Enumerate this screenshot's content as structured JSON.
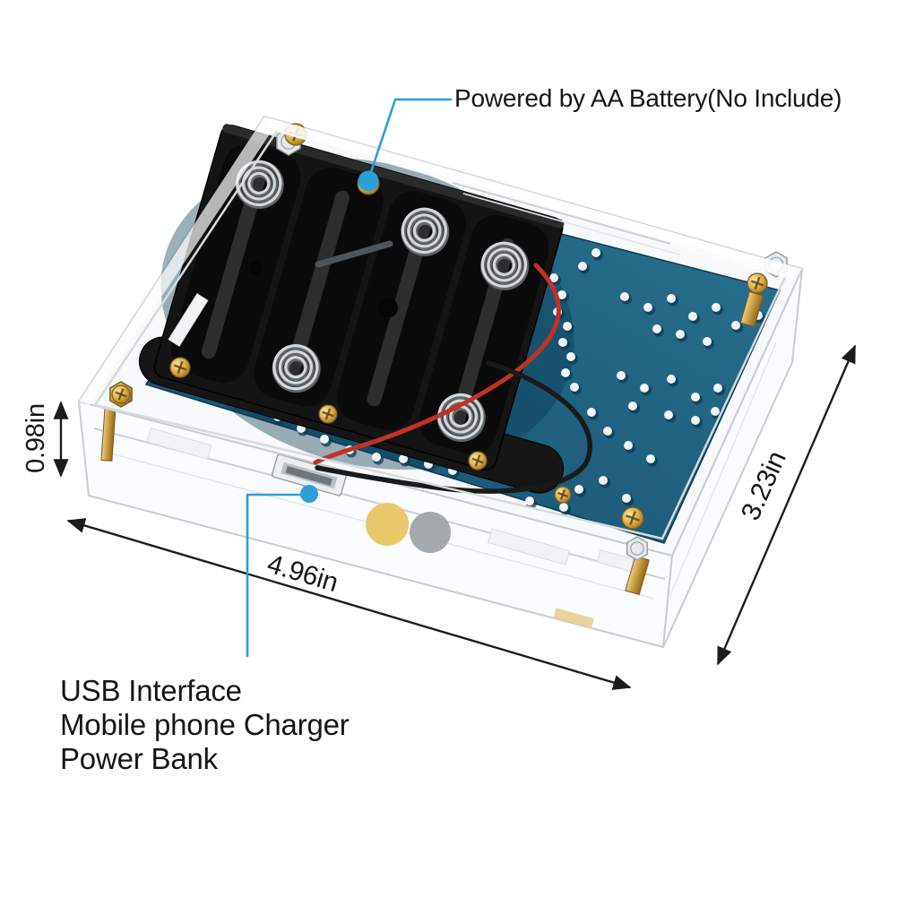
{
  "annotations": {
    "battery_callout": {
      "label": "Powered by AA Battery(No Include)"
    },
    "usb_callout": {
      "lines": [
        "USB Interface",
        "Mobile phone Charger",
        "Power Bank"
      ]
    },
    "dimensions": {
      "width_label": "4.96in",
      "depth_label": "3.23in",
      "height_label": "0.98in"
    }
  },
  "colors": {
    "background": "#ffffff",
    "text_black": "#161616",
    "dimension_black": "#1c1c1c",
    "callout_blue": "#2E9FD6",
    "pcb_teal": "#2A7392",
    "pcb_teal_dark": "#15506E",
    "case_edge_gray": "#c6ccd1",
    "holder_black": "#141414",
    "screw_gold": "#c9972f",
    "spring_silver": "#d4d8db",
    "wire_red": "#c03226",
    "wire_black": "#1a1a1a"
  }
}
